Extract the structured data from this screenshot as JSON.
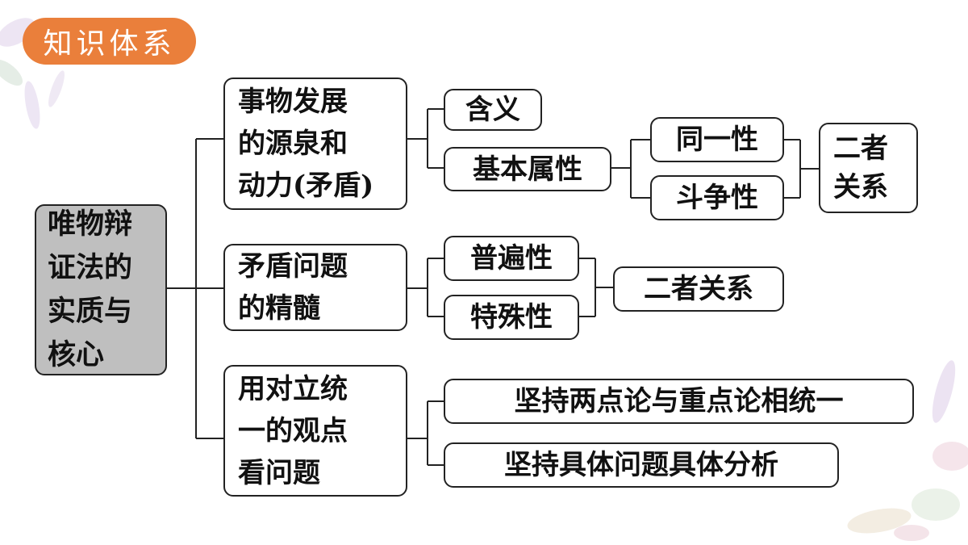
{
  "header": {
    "badge": "知识体系"
  },
  "colors": {
    "badge": "#ea7f3b",
    "root_fill": "#bfbfbf",
    "stroke": "#222222"
  },
  "diagram": {
    "root": "唯物辩\n证法的\n实质与\n核心",
    "branch1": {
      "label": "事物发展\n的源泉和\n动力(矛盾)",
      "meaning": "含义",
      "basic": "基本属性",
      "identity": "同一性",
      "struggle": "斗争性",
      "relation": "二者\n关系"
    },
    "branch2": {
      "label": "矛盾问题\n的精髓",
      "universality": "普遍性",
      "particularity": "特殊性",
      "relation": "二者关系"
    },
    "branch3": {
      "label": "用对立统\n一的观点\n看问题",
      "item1": "坚持两点论与重点论相统一",
      "item2": "坚持具体问题具体分析"
    }
  }
}
